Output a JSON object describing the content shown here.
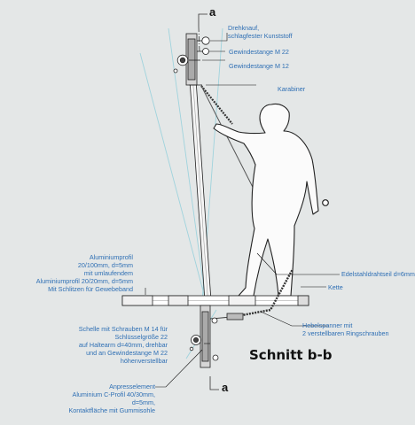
{
  "section_marker": "a",
  "title": "Schnitt b-b",
  "labels": {
    "drehknauf": [
      "Drehknauf,",
      "schlagfester Kunststoff"
    ],
    "gewinde22": [
      "Gewindestange M 22"
    ],
    "gewinde12": [
      "Gewindestange M 12"
    ],
    "karabiner": [
      "Karabiner"
    ],
    "edelstahl": [
      "Edelstahldrahtseil d=6mm"
    ],
    "kette": [
      "Kette"
    ],
    "hebelspanner": [
      "Hebelspanner mit",
      "2 verstellbaren Ringschrauben"
    ],
    "aluminium": [
      "Aluminiumprofil",
      "20/100mm, d=5mm",
      "mit umlaufendem",
      "Aluminiumprofil 20/20mm, d=5mm",
      "Mit Schlitzen für Gewebeband"
    ],
    "schelle": [
      "Schelle mit Schrauben M 14 für",
      "Schlüsselgröße 22",
      "auf Haltearm d=40mm, drehbar",
      "und an Gewindestange M 22",
      "höhenverstellbar"
    ],
    "anpress": [
      "Anpresselement",
      "Aluminium C-Profil 40/30mm,",
      "d=5mm,",
      "Kontaktfläche mit Gummisohle"
    ]
  },
  "colors": {
    "label": "#2e6fb4",
    "line": "#222222",
    "background": "#e4e7e7",
    "tilt_lines": "#9fd3dd"
  }
}
